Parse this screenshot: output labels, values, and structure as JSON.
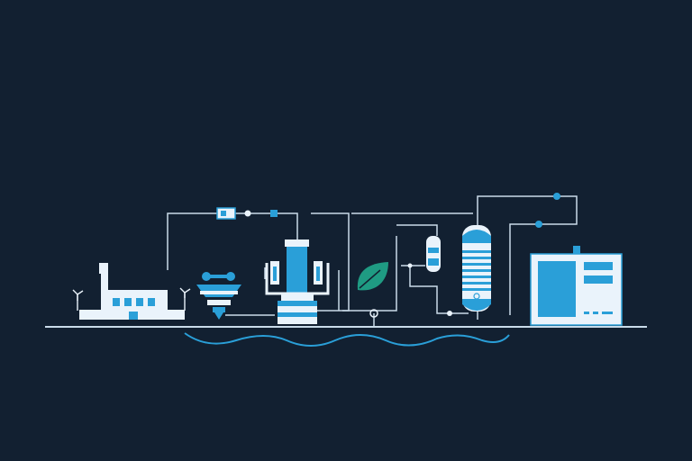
{
  "scene": {
    "description_free": true,
    "colors": {
      "background": "#122031",
      "line": "#c9dbe9",
      "accent_blue": "#2a9fd8",
      "light_panel": "#eaf3fb",
      "leaf": "#1f9b83",
      "water": "#2a9fd8"
    },
    "equipment": {
      "factory": {
        "icon": "factory-icon",
        "windows": 4
      },
      "wind_turbines": {
        "icon": "turbine-icon",
        "count": 2
      },
      "grinder": {
        "icon": "crusher-icon"
      },
      "reactor": {
        "icon": "reactor-icon"
      },
      "leaf": {
        "icon": "leaf-icon"
      },
      "small_filter": {
        "icon": "filter-icon"
      },
      "separation_column": {
        "icon": "column-icon"
      },
      "control_cabinet": {
        "icon": "cabinet-icon",
        "screen_lines": 2,
        "button_groups": 3
      },
      "pipeline_meter": {
        "icon": "meter-icon"
      },
      "water_stream": {
        "icon": "wave-icon"
      }
    }
  }
}
